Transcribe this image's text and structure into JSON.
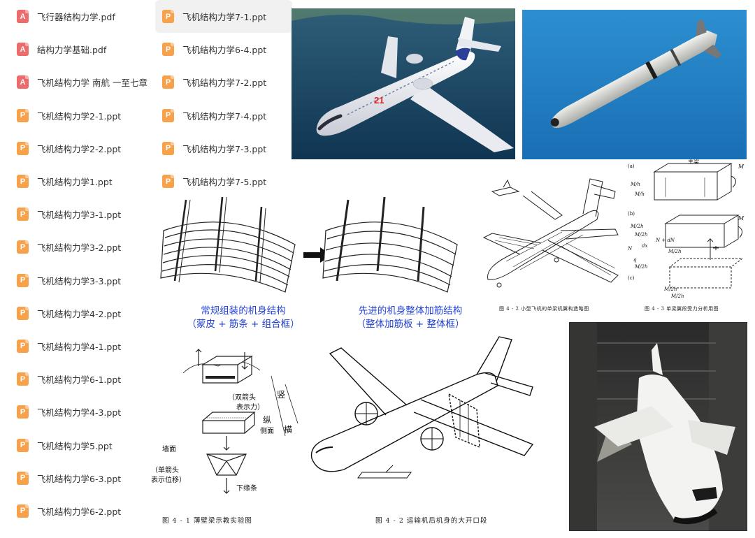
{
  "files_left": [
    {
      "name": "飞行器结构力学.pdf",
      "type": "pdf"
    },
    {
      "name": "结构力学基础.pdf",
      "type": "pdf"
    },
    {
      "name": "飞机结构力学 南航 一至七章",
      "type": "pdf"
    },
    {
      "name": "飞机结构力学2-1.ppt",
      "type": "ppt"
    },
    {
      "name": "飞机结构力学2-2.ppt",
      "type": "ppt"
    },
    {
      "name": "飞机结构力学1.ppt",
      "type": "ppt"
    },
    {
      "name": "飞机结构力学3-1.ppt",
      "type": "ppt"
    },
    {
      "name": "飞机结构力学3-2.ppt",
      "type": "ppt"
    },
    {
      "name": "飞机结构力学3-3.ppt",
      "type": "ppt"
    },
    {
      "name": "飞机结构力学4-2.ppt",
      "type": "ppt"
    },
    {
      "name": "飞机结构力学4-1.ppt",
      "type": "ppt"
    },
    {
      "name": "飞机结构力学6-1.ppt",
      "type": "ppt"
    },
    {
      "name": "飞机结构力学4-3.ppt",
      "type": "ppt"
    },
    {
      "name": "飞机结构力学5.ppt",
      "type": "ppt"
    },
    {
      "name": "飞机结构力学6-3.ppt",
      "type": "ppt"
    },
    {
      "name": "飞机结构力学6-2.ppt",
      "type": "ppt"
    }
  ],
  "files_right": [
    {
      "name": "飞机结构力学7-1.ppt",
      "type": "ppt",
      "selected": true
    },
    {
      "name": "飞机结构力学6-4.ppt",
      "type": "ppt"
    },
    {
      "name": "飞机结构力学7-2.ppt",
      "type": "ppt"
    },
    {
      "name": "飞机结构力学7-4.ppt",
      "type": "ppt"
    },
    {
      "name": "飞机结构力学7-3.ppt",
      "type": "ppt"
    },
    {
      "name": "飞机结构力学7-5.ppt",
      "type": "ppt"
    }
  ],
  "icons": {
    "pdf": "acrobat-pdf-icon",
    "ppt": "powerpoint-ppt-icon"
  },
  "icon_glyphs": {
    "pdf": "A",
    "ppt": "P"
  },
  "colors": {
    "pdf_icon": "#ef6b6b",
    "ppt_icon": "#f7a14a",
    "caption_blue": "#1f3fd6",
    "selected_row": "#f1f1f1"
  },
  "airliner": {
    "fuselage_text": "21"
  },
  "fuselage": {
    "left_caption_line1": "常规组装的机身结构",
    "left_caption_line2": "（蒙皮 + 筋条 + 组合框）",
    "right_caption_line1": "先进的机身整体加筋结构",
    "right_caption_line2": "（整体加筋板 + 整体框）"
  },
  "figures": {
    "small_plane_caption": "图 4 - 2   小型飞机的单梁机翼构造略图",
    "box_caption": "图 4 - 3   单梁翼段受力分析用图",
    "box_labels": {
      "a": "(a)",
      "b": "(b)",
      "c": "(c)",
      "main_spar": "主梁",
      "M": "M",
      "M_h": "M/h",
      "M_2h": "M/2h",
      "N": "N",
      "N_dN": "N + dN",
      "dx": "dx",
      "q": "q"
    },
    "teaching_caption": "图 4 - 1   薄壁梁示教实验图",
    "teaching_labels": {
      "double_arrow": "（双箭头",
      "force": "表示力）",
      "vertical": "竖",
      "longitudinal": "纵",
      "side": "侧面",
      "horizontal": "横",
      "wall": "墙面",
      "single_arrow": "（单箭头",
      "displacement": "表示位移）",
      "bottom_strip": "下缘条"
    },
    "transport_caption": "图 4 - 2   运输机后机身的大开口段"
  }
}
